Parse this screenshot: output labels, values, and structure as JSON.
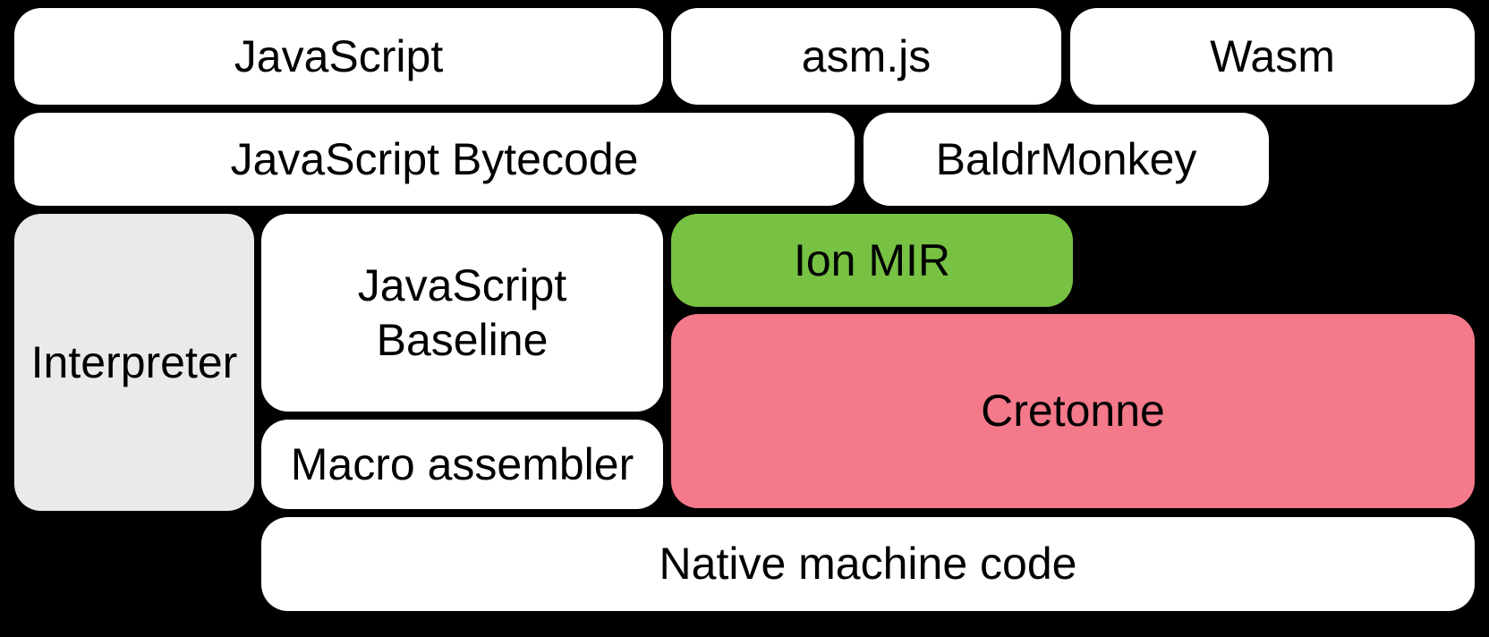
{
  "diagram": {
    "background_color": "#000000",
    "text_color": "#000000",
    "colors": {
      "default_box": "#FFFFFF",
      "interpreter_box": "#EAEAEA",
      "ion_mir_box": "#77C143",
      "cretonne_box": "#F4798B"
    },
    "boxes": [
      {
        "id": "javascript",
        "label": "JavaScript",
        "color": "#FFFFFF"
      },
      {
        "id": "asm-js",
        "label": "asm.js",
        "color": "#FFFFFF"
      },
      {
        "id": "wasm",
        "label": "Wasm",
        "color": "#FFFFFF"
      },
      {
        "id": "javascript-bytecode",
        "label": "JavaScript Bytecode",
        "color": "#FFFFFF"
      },
      {
        "id": "baldrmonkey",
        "label": "BaldrMonkey",
        "color": "#FFFFFF"
      },
      {
        "id": "interpreter",
        "label": "Interpreter",
        "color": "#EAEAEA"
      },
      {
        "id": "javascript-baseline",
        "label": "JavaScript\nBaseline",
        "color": "#FFFFFF"
      },
      {
        "id": "ion-mir",
        "label": "Ion MIR",
        "color": "#77C143"
      },
      {
        "id": "cretonne",
        "label": "Cretonne",
        "color": "#F4798B"
      },
      {
        "id": "macro-assembler",
        "label": "Macro assembler",
        "color": "#FFFFFF"
      },
      {
        "id": "native-machine-code",
        "label": "Native machine code",
        "color": "#FFFFFF"
      }
    ]
  }
}
